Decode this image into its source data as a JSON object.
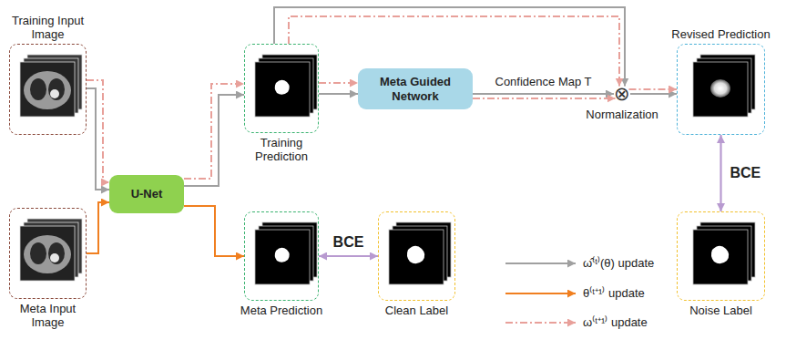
{
  "diagram": {
    "nodes": [
      {
        "text": [
          "Training Input Image"
        ]
      },
      {
        "text": [
          "U-Net"
        ]
      },
      {
        "text": [
          "Meta Input Image"
        ]
      },
      {
        "text": [
          "Training Prediction"
        ]
      },
      {
        "text": [
          "Meta Prediction"
        ]
      },
      {
        "text": [
          "Meta Guided Network"
        ]
      },
      {
        "text": [
          "Clean Label"
        ]
      },
      {
        "text": [
          "⊗",
          "Normalization"
        ]
      },
      {
        "text": [
          "Revised Prediction"
        ]
      },
      {
        "text": [
          "Noise Label"
        ]
      }
    ],
    "edges": [
      {
        "from": 0,
        "to": 1,
        "arrow": "to"
      },
      {
        "from": 0,
        "to": 1,
        "arrow": "to"
      },
      {
        "from": 2,
        "to": 1,
        "arrow": "to"
      },
      {
        "from": 1,
        "to": 3,
        "arrow": "to"
      },
      {
        "from": 1,
        "to": 3,
        "arrow": "to"
      },
      {
        "from": 1,
        "to": 4,
        "arrow": "to"
      },
      {
        "from": 3,
        "to": 5,
        "arrow": "to"
      },
      {
        "from": 3,
        "to": 5,
        "arrow": "to"
      },
      {
        "from": 5,
        "to": 7,
        "arrow": "to",
        "label": "Confidence Map T"
      },
      {
        "from": 5,
        "to": 7,
        "arrow": "to"
      },
      {
        "from": 3,
        "to": 7,
        "arrow": "to"
      },
      {
        "from": 3,
        "to": 7,
        "arrow": "to"
      },
      {
        "from": 7,
        "to": 8,
        "arrow": "to"
      },
      {
        "from": 7,
        "to": 8,
        "arrow": "to"
      },
      {
        "from": 4,
        "to": 6,
        "arrow": "both",
        "label": "BCE"
      },
      {
        "from": 8,
        "to": 9,
        "arrow": "both",
        "label": "BCE"
      }
    ],
    "legend": [
      {
        "text": "ω̂⁽ᵗ⁾(θ) update"
      },
      {
        "text": "θ⁽ᵗ⁺¹⁾ update"
      },
      {
        "text": "ω⁽ᵗ⁺¹⁾ update"
      }
    ]
  }
}
